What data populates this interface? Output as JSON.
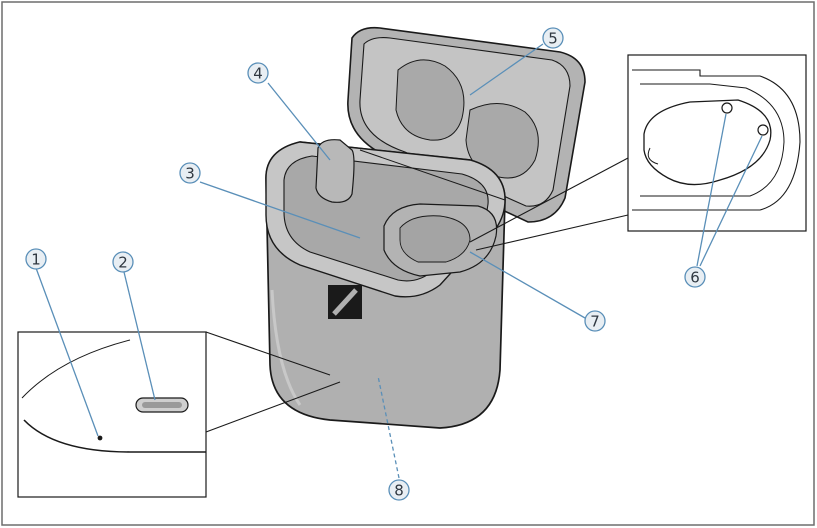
{
  "callouts": [
    {
      "id": "1",
      "label": "1"
    },
    {
      "id": "2",
      "label": "2"
    },
    {
      "id": "3",
      "label": "3"
    },
    {
      "id": "4",
      "label": "4"
    },
    {
      "id": "5",
      "label": "5"
    },
    {
      "id": "6",
      "label": "6"
    },
    {
      "id": "7",
      "label": "7"
    },
    {
      "id": "8",
      "label": "8"
    }
  ],
  "colors": {
    "case_fill": "#b3b3b3",
    "case_dark": "#9c9c9c",
    "case_light": "#c8c8c8",
    "callout_fill": "#e8eef3",
    "outline": "#1a1a1a",
    "frame": "#6d6d6d"
  }
}
